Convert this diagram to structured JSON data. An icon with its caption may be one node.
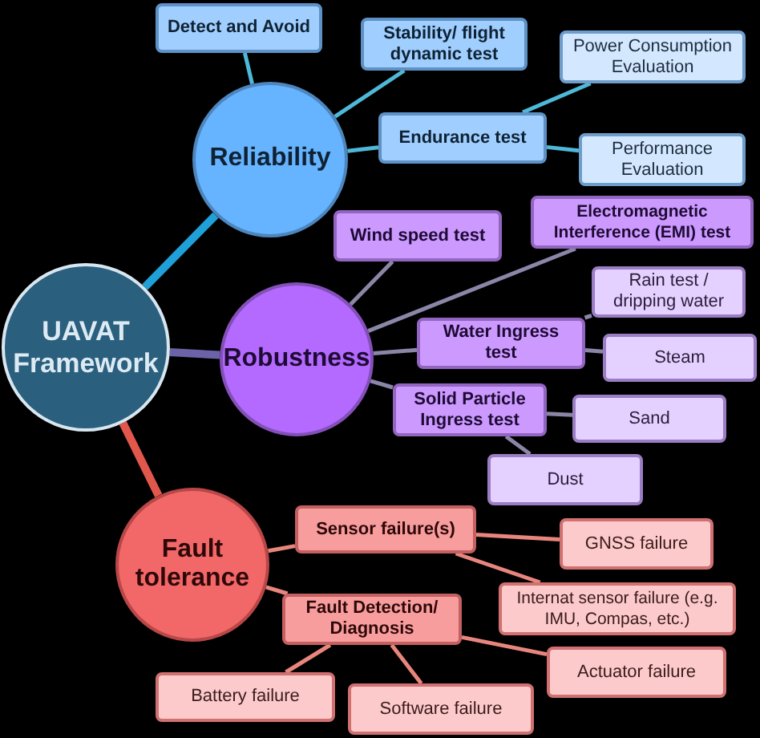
{
  "diagram": {
    "nodes": [
      {
        "text": [
          "UAVAT Framework"
        ]
      },
      {
        "text": [
          "Reliability"
        ]
      },
      {
        "text": [
          "Detect and Avoid"
        ]
      },
      {
        "text": [
          "Stability/ flight dynamic test"
        ]
      },
      {
        "text": [
          "Endurance test"
        ]
      },
      {
        "text": [
          "Power Consumption Evaluation"
        ]
      },
      {
        "text": [
          "Performance Evaluation"
        ]
      },
      {
        "text": [
          "Robustness"
        ]
      },
      {
        "text": [
          "Wind speed test"
        ]
      },
      {
        "text": [
          "Electromagnetic Interference (EMI) test"
        ]
      },
      {
        "text": [
          "Water Ingress test"
        ]
      },
      {
        "text": [
          "Rain test / dripping water"
        ]
      },
      {
        "text": [
          "Steam"
        ]
      },
      {
        "text": [
          "Solid Particle Ingress test"
        ]
      },
      {
        "text": [
          "Sand"
        ]
      },
      {
        "text": [
          "Dust"
        ]
      },
      {
        "text": [
          "Fault tolerance"
        ]
      },
      {
        "text": [
          "Sensor failure(s)"
        ]
      },
      {
        "text": [
          "GNSS failure"
        ]
      },
      {
        "text": [
          "Internat sensor failure (e.g. IMU, Compas, etc.)"
        ]
      },
      {
        "text": [
          "Fault Detection/ Diagnosis"
        ]
      },
      {
        "text": [
          "Actuator failure"
        ]
      },
      {
        "text": [
          "Battery failure"
        ]
      },
      {
        "text": [
          "Software failure"
        ]
      }
    ],
    "edges": [
      {
        "from": 0,
        "to": 1,
        "arrow": "none",
        "style": "thick",
        "color": "#1fa0d8"
      },
      {
        "from": 0,
        "to": 7,
        "arrow": "none",
        "style": "thick",
        "color": "#6a63a8"
      },
      {
        "from": 0,
        "to": 16,
        "arrow": "none",
        "style": "thick",
        "color": "#e2574c"
      },
      {
        "from": 1,
        "to": 2,
        "arrow": "none",
        "color": "#4fb8d8"
      },
      {
        "from": 1,
        "to": 3,
        "arrow": "none",
        "color": "#4fb8d8"
      },
      {
        "from": 1,
        "to": 4,
        "arrow": "none",
        "color": "#4fb8d8"
      },
      {
        "from": 4,
        "to": 5,
        "arrow": "none",
        "color": "#4fb8d8"
      },
      {
        "from": 4,
        "to": 6,
        "arrow": "none",
        "color": "#4fb8d8"
      },
      {
        "from": 7,
        "to": 8,
        "arrow": "none",
        "color": "#8a86a8"
      },
      {
        "from": 7,
        "to": 9,
        "arrow": "none",
        "color": "#8a86a8"
      },
      {
        "from": 7,
        "to": 10,
        "arrow": "none",
        "color": "#8a86a8"
      },
      {
        "from": 10,
        "to": 11,
        "arrow": "none",
        "color": "#8a86a8"
      },
      {
        "from": 10,
        "to": 12,
        "arrow": "none",
        "color": "#8a86a8"
      },
      {
        "from": 7,
        "to": 13,
        "arrow": "none",
        "color": "#8a86a8"
      },
      {
        "from": 13,
        "to": 14,
        "arrow": "none",
        "color": "#8a86a8"
      },
      {
        "from": 13,
        "to": 15,
        "arrow": "none",
        "color": "#8a86a8"
      },
      {
        "from": 16,
        "to": 17,
        "arrow": "none",
        "color": "#e8867e"
      },
      {
        "from": 17,
        "to": 18,
        "arrow": "none",
        "color": "#e8867e"
      },
      {
        "from": 17,
        "to": 19,
        "arrow": "none",
        "color": "#e8867e"
      },
      {
        "from": 16,
        "to": 20,
        "arrow": "none",
        "color": "#e8867e"
      },
      {
        "from": 20,
        "to": 21,
        "arrow": "none",
        "color": "#e8867e"
      },
      {
        "from": 20,
        "to": 22,
        "arrow": "none",
        "color": "#e8867e"
      },
      {
        "from": 20,
        "to": 23,
        "arrow": "none",
        "color": "#e8867e"
      }
    ]
  }
}
